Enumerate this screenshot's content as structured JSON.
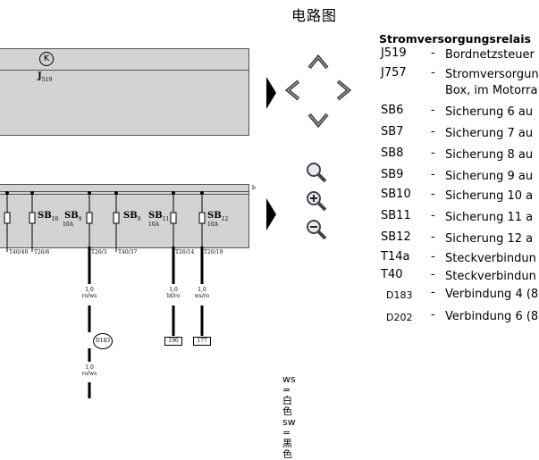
{
  "page_title": "电路图",
  "schematic": {
    "component": {
      "symbol": "K",
      "label": "J",
      "label_sub": "519"
    },
    "bus_label": "b",
    "fuses": [
      {
        "name": "SB",
        "num": "10",
        "amp": ""
      },
      {
        "name": "SB",
        "num": "9",
        "amp": "10A"
      },
      {
        "name": "SB",
        "num": "8",
        "amp": ""
      },
      {
        "name": "SB",
        "num": "11",
        "amp": "10A"
      },
      {
        "name": "SB",
        "num": "12",
        "amp": "10A"
      }
    ],
    "pins": [
      "T40/40",
      "T26/6",
      "T26/3",
      "T40/37",
      "T26/14",
      "T26/19"
    ],
    "wires": [
      {
        "gauge": "1,0",
        "color": "ro/ws"
      },
      {
        "gauge": "1,0",
        "color": "bl/ro"
      },
      {
        "gauge": "1,0",
        "color": "ws/ro"
      },
      {
        "gauge": "1,0",
        "color": "ro/ws"
      }
    ],
    "node_circle": "D183",
    "node_boxes": [
      "196",
      "177"
    ],
    "legend": [
      {
        "code": "ws",
        "meaning": "= 白色"
      },
      {
        "code": "sw",
        "meaning": "= 黑色"
      }
    ]
  },
  "table": {
    "title": "Stromversorgungsrelais",
    "rows": [
      {
        "code": "J519",
        "desc": "Bordnetzsteuer"
      },
      {
        "code": "J757",
        "desc": "Stromversorgun",
        "desc2": "Box, im Motorra"
      },
      {
        "code": "SB6",
        "desc": "Sicherung 6 au"
      },
      {
        "code": "SB7",
        "desc": "Sicherung 7 au"
      },
      {
        "code": "SB8",
        "desc": "Sicherung 8 au"
      },
      {
        "code": "SB9",
        "desc": "Sicherung 9 au"
      },
      {
        "code": "SB10",
        "desc": "Sicherung 10 a"
      },
      {
        "code": "SB11",
        "desc": "Sicherung 11 a"
      },
      {
        "code": "SB12",
        "desc": "Sicherung 12 a"
      },
      {
        "code": "T14a",
        "desc": "Steckverbindun"
      },
      {
        "code": "T40",
        "desc": "Steckverbindun"
      },
      {
        "code": "D183",
        "desc": "Verbindung 4 (8"
      },
      {
        "code": "D202",
        "desc": "Verbindung 6 (8"
      }
    ]
  },
  "controls": {
    "icons": [
      "pan-up-icon",
      "pan-left-icon",
      "pan-right-icon",
      "pan-down-icon",
      "zoom-icon",
      "zoom-in-icon",
      "zoom-out-icon",
      "page-next-icon"
    ]
  }
}
